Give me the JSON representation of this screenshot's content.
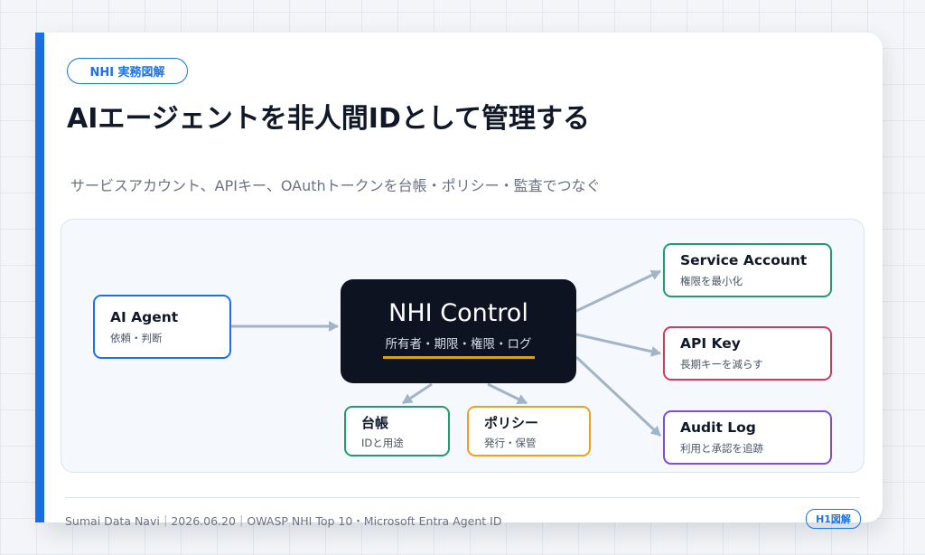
{
  "header": {
    "tag": "NHI 実務図解",
    "title": "AIエージェントを非人間IDとして管理する",
    "subtitle": "サービスアカウント、APIキー、OAuthトークンを台帳・ポリシー・監査でつなぐ"
  },
  "diagram": {
    "agent": {
      "title": "AI Agent",
      "sub": "依頼・判断"
    },
    "control": {
      "title": "NHI Control",
      "sub": "所有者・期限・権限・ログ"
    },
    "service_account": {
      "title": "Service Account",
      "sub": "権限を最小化"
    },
    "api_key": {
      "title": "API Key",
      "sub": "長期キーを減らす"
    },
    "audit_log": {
      "title": "Audit Log",
      "sub": "利用と承認を追跡"
    },
    "ledger": {
      "title": "台帳",
      "sub": "IDと用途"
    },
    "policy": {
      "title": "ポリシー",
      "sub": "発行・保管"
    }
  },
  "footer": {
    "text": "Sumai Data Navi｜2026.06.20｜OWASP NHI Top 10・Microsoft Entra Agent ID",
    "badge": "H1図解"
  },
  "colors": {
    "accent": "#1a73e8",
    "control_bg": "#0d1320",
    "control_underline": "#d6a21c",
    "green": "#1f9d6a",
    "red": "#d33a5a",
    "purple": "#7c4ddb",
    "orange": "#f0a020",
    "connector": "#a3b4c8"
  }
}
